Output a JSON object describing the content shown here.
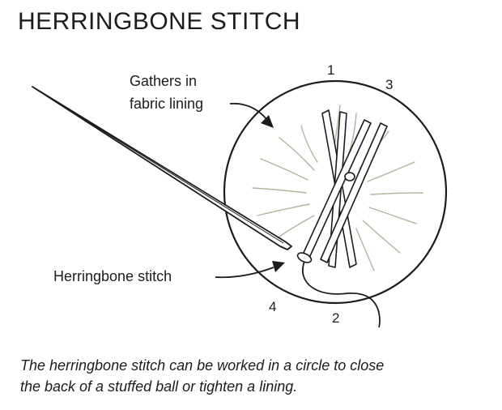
{
  "title": "HERRINGBONE STITCH",
  "labels": {
    "gathers_line1": "Gathers in",
    "gathers_line2": "fabric lining",
    "herringbone": "Herringbone stitch"
  },
  "numbers": {
    "n1": "1",
    "n2": "2",
    "n3": "3",
    "n4": "4"
  },
  "caption": {
    "line1": "The herringbone stitch can be worked in a circle to close",
    "line2": "the back of a stuffed ball or tighten a lining."
  }
}
